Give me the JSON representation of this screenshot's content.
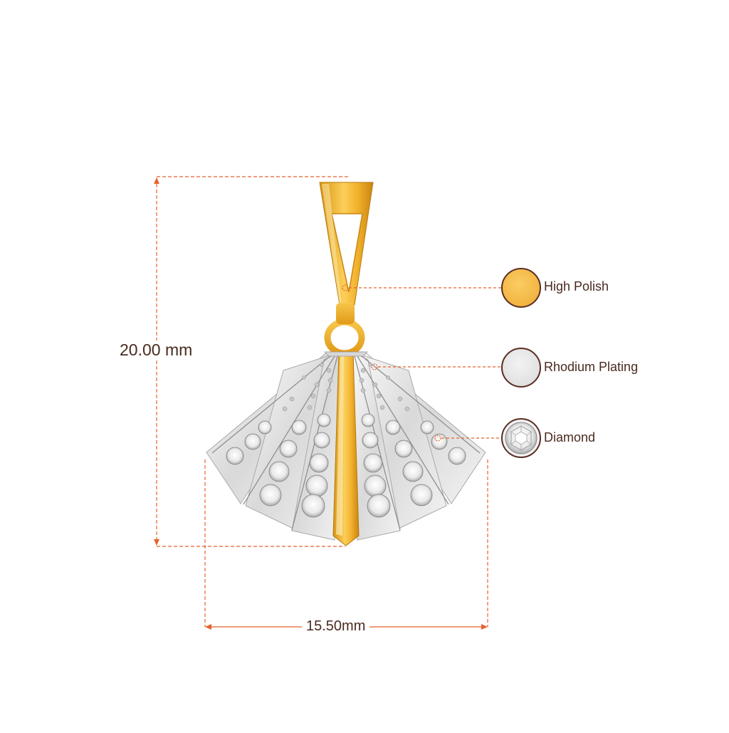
{
  "dimensions": {
    "height": "20.00 mm",
    "width": "15.50mm"
  },
  "legend": [
    {
      "label": "High Polish",
      "swatch": "gold"
    },
    {
      "label": "Rhodium Plating",
      "swatch": "silver"
    },
    {
      "label": "Diamond",
      "swatch": "diamond"
    }
  ],
  "colors": {
    "accent": "#e8612c",
    "text": "#4a2a1f",
    "gold": "#f5b93a",
    "gold_dark": "#c9860f",
    "rhodium": "#e6e6e6",
    "swatch_border": "#5a2e22"
  }
}
